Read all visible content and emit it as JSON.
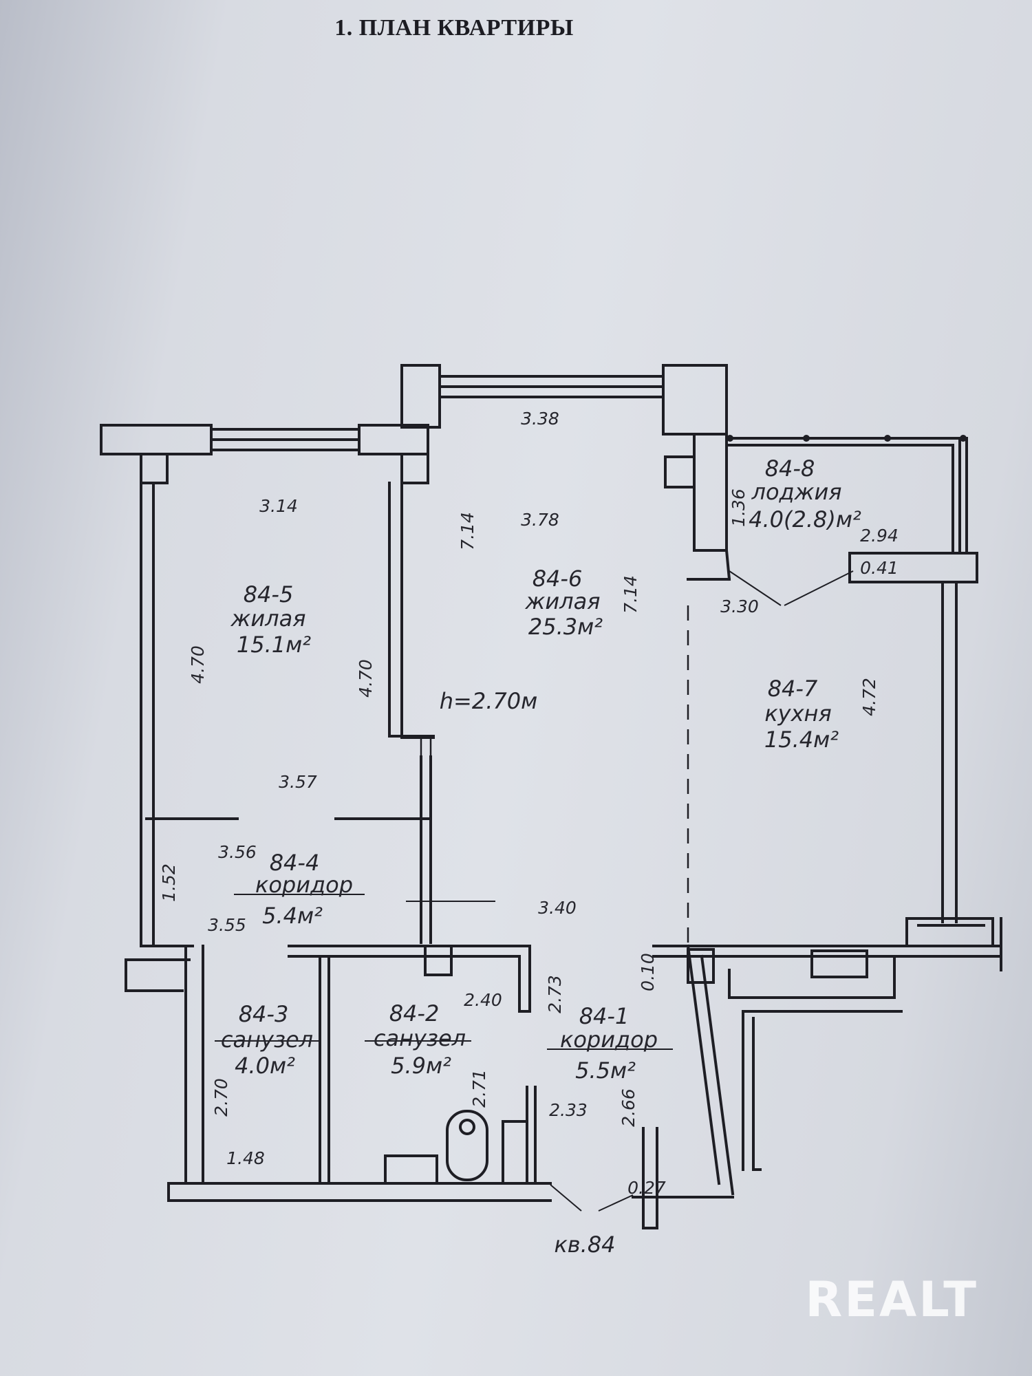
{
  "title": "1. ПЛАН КВАРТИРЫ",
  "ceiling_height": "h=2.70м",
  "apartment_label": "кв.84",
  "watermark": "REALT",
  "colors": {
    "ink": "#1e1e24",
    "paper": "#dcdfe6"
  },
  "rooms": [
    {
      "id": "84-5",
      "name": "жилая",
      "area": "15.1м²"
    },
    {
      "id": "84-6",
      "name": "жилая",
      "area": "25.3м²"
    },
    {
      "id": "84-8",
      "name": "лоджия",
      "area": "4.0(2.8)м²"
    },
    {
      "id": "84-7",
      "name": "кухня",
      "area": "15.4м²"
    },
    {
      "id": "84-4",
      "name": "коридор",
      "area": "5.4м²"
    },
    {
      "id": "84-3",
      "name": "санузел",
      "area": "4.0м²"
    },
    {
      "id": "84-2",
      "name": "санузел",
      "area": "5.9м²"
    },
    {
      "id": "84-1",
      "name": "коридор",
      "area": "5.5м²"
    }
  ],
  "dimensions": [
    "3.38",
    "3.14",
    "7.14",
    "3.78",
    "7.14",
    "1.36",
    "2.94",
    "0.41",
    "4.70",
    "4.70",
    "3.30",
    "4.72",
    "3.57",
    "3.56",
    "1.52",
    "3.55",
    "3.40",
    "2.40",
    "2.73",
    "0.10",
    "2.70",
    "2.71",
    "2.33",
    "2.66",
    "1.48",
    "0.27"
  ]
}
